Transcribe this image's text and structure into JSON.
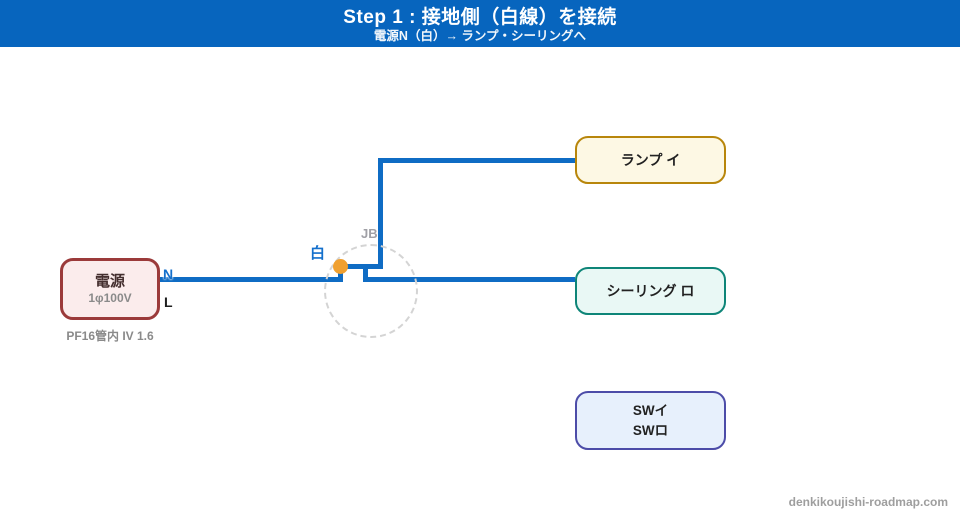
{
  "header": {
    "title": "Step 1 : 接地側（白線）を接続",
    "subtitle": "電源N（白）→ ランプ・シーリングへ",
    "bg_color": "#0765BE",
    "text_color": "#ffffff"
  },
  "diagram": {
    "power": {
      "label": "電源",
      "spec": "1φ100V",
      "note": "PF16管内 IV 1.6",
      "terminal_top": "N",
      "terminal_bottom": "L",
      "border_color": "#9B3A3A",
      "fill_color": "#FBECEC"
    },
    "junction_box": {
      "label": "JB",
      "wire_tag": "白",
      "circle_color": "#D4D4D4",
      "connector_color": "#F0A030"
    },
    "lamp": {
      "label": "ランプ イ",
      "border_color": "#B8860B",
      "fill_color": "#FDF8E4"
    },
    "ceiling": {
      "label": "シーリング ロ",
      "border_color": "#0E8578",
      "fill_color": "#E9F8F5"
    },
    "switches": {
      "label_line1": "SWイ",
      "label_line2": "SWロ",
      "border_color": "#4C4CA8",
      "fill_color": "#E7F0FC"
    },
    "wire_color": "#0F6CC4"
  },
  "footer": {
    "site": "denkikoujishi-roadmap.com"
  }
}
